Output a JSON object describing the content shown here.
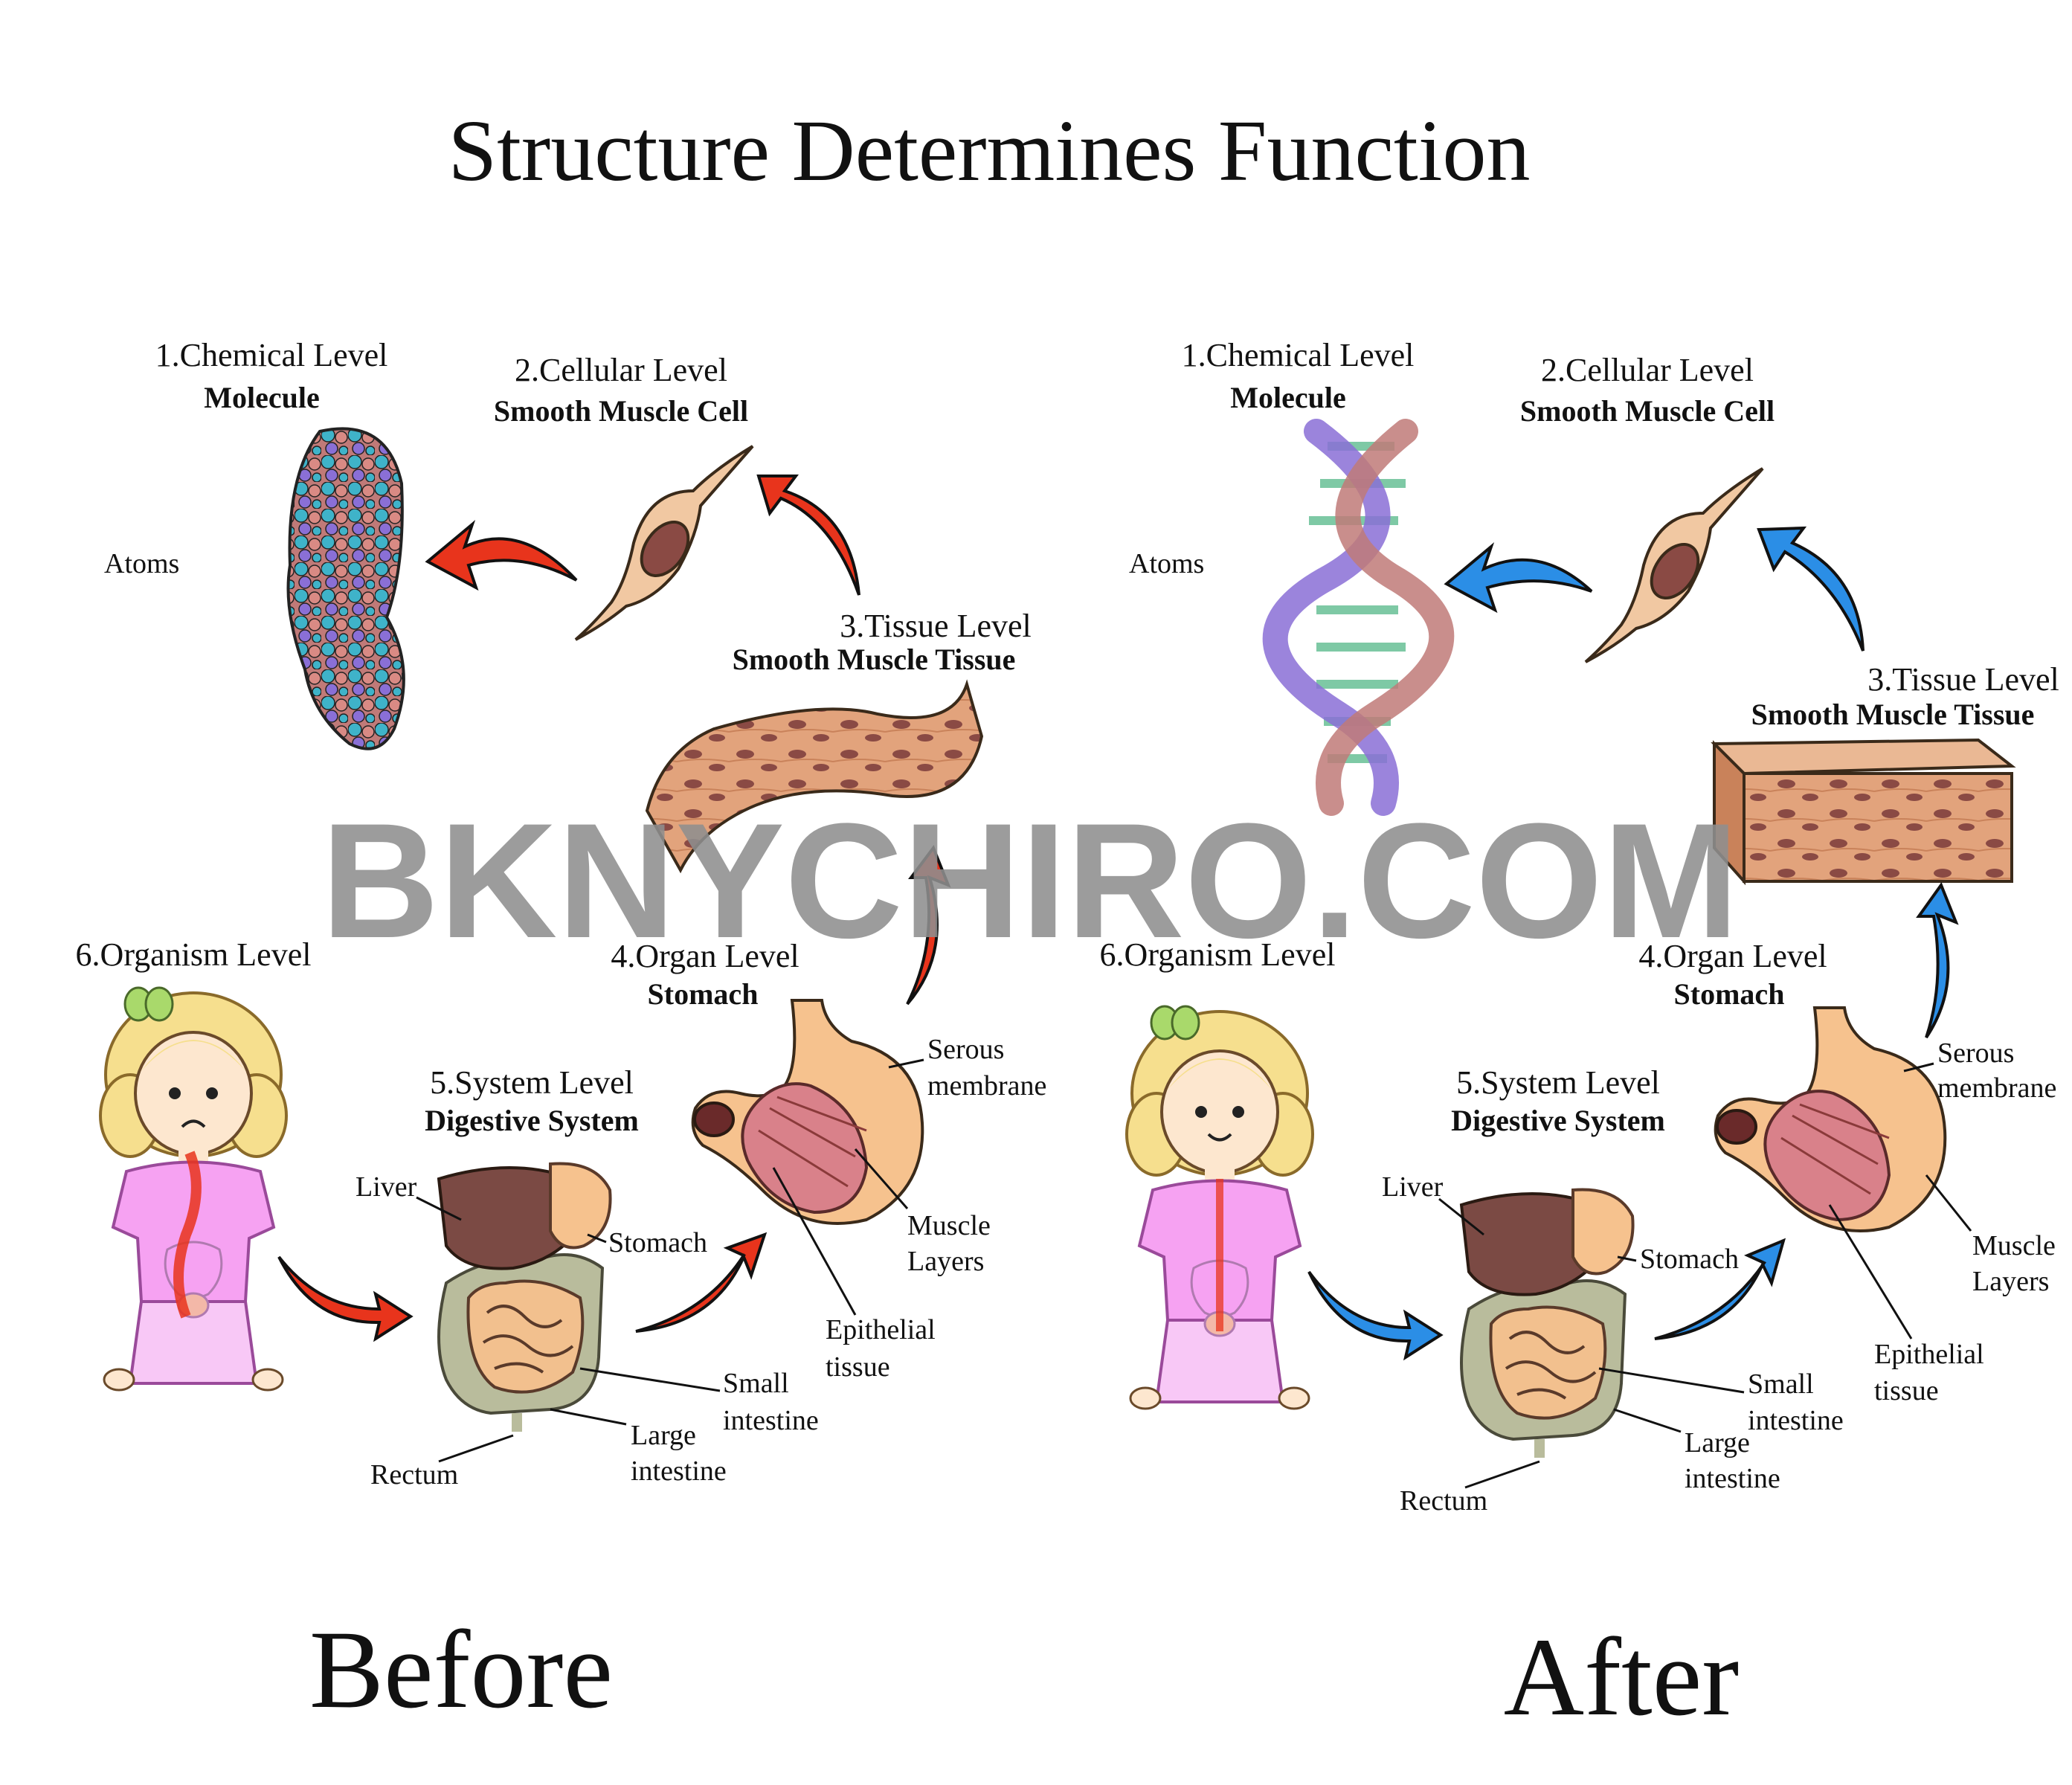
{
  "title": "Structure Determines Function",
  "watermark": "BKNYCHIRO.COM",
  "colors": {
    "before_arrow": "#e8341c",
    "after_arrow": "#2b8ee6",
    "girl_shirt": "#f6a2f2",
    "hair": "#f6df8e",
    "liver": "#7b4a44",
    "intestine": "#f2c08e",
    "large_intestine": "#b9bc9c",
    "tissue": "#e2a37c",
    "cell_body": "#f1c8a2",
    "nucleus": "#8a4a44"
  },
  "panels": {
    "before": {
      "label": "Before",
      "chemical": {
        "level": "1.Chemical Level",
        "name": "Molecule",
        "atoms": "Atoms"
      },
      "cellular": {
        "level": "2.Cellular Level",
        "name": "Smooth Muscle Cell"
      },
      "tissue": {
        "level": "3.Tissue Level",
        "name": "Smooth Muscle Tissue"
      },
      "organ": {
        "level": "4.Organ Level",
        "name": "Stomach",
        "serous_1": "Serous",
        "serous_2": "membrane",
        "muscle_1": "Muscle",
        "muscle_2": "Layers",
        "epith_1": "Epithelial",
        "epith_2": "tissue"
      },
      "system": {
        "level": "5.System Level",
        "name": "Digestive System",
        "liver": "Liver",
        "stomach": "Stomach",
        "small_1": "Small",
        "small_2": "intestine",
        "large_1": "Large",
        "large_2": "intestine",
        "rectum": "Rectum"
      },
      "organism": {
        "level": "6.Organism Level"
      }
    },
    "after": {
      "label": "After",
      "chemical": {
        "level": "1.Chemical Level",
        "name": "Molecule",
        "atoms": "Atoms"
      },
      "cellular": {
        "level": "2.Cellular Level",
        "name": "Smooth Muscle Cell"
      },
      "tissue": {
        "level": "3.Tissue Level",
        "name": "Smooth Muscle Tissue"
      },
      "organ": {
        "level": "4.Organ Level",
        "name": "Stomach",
        "serous_1": "Serous",
        "serous_2": "membrane",
        "muscle_1": "Muscle",
        "muscle_2": "Layers",
        "epith_1": "Epithelial",
        "epith_2": "tissue"
      },
      "system": {
        "level": "5.System Level",
        "name": "Digestive System",
        "liver": "Liver",
        "stomach": "Stomach",
        "small_1": "Small",
        "small_2": "intestine",
        "large_1": "Large",
        "large_2": "intestine",
        "rectum": "Rectum"
      },
      "organism": {
        "level": "6.Organism Level"
      }
    }
  }
}
